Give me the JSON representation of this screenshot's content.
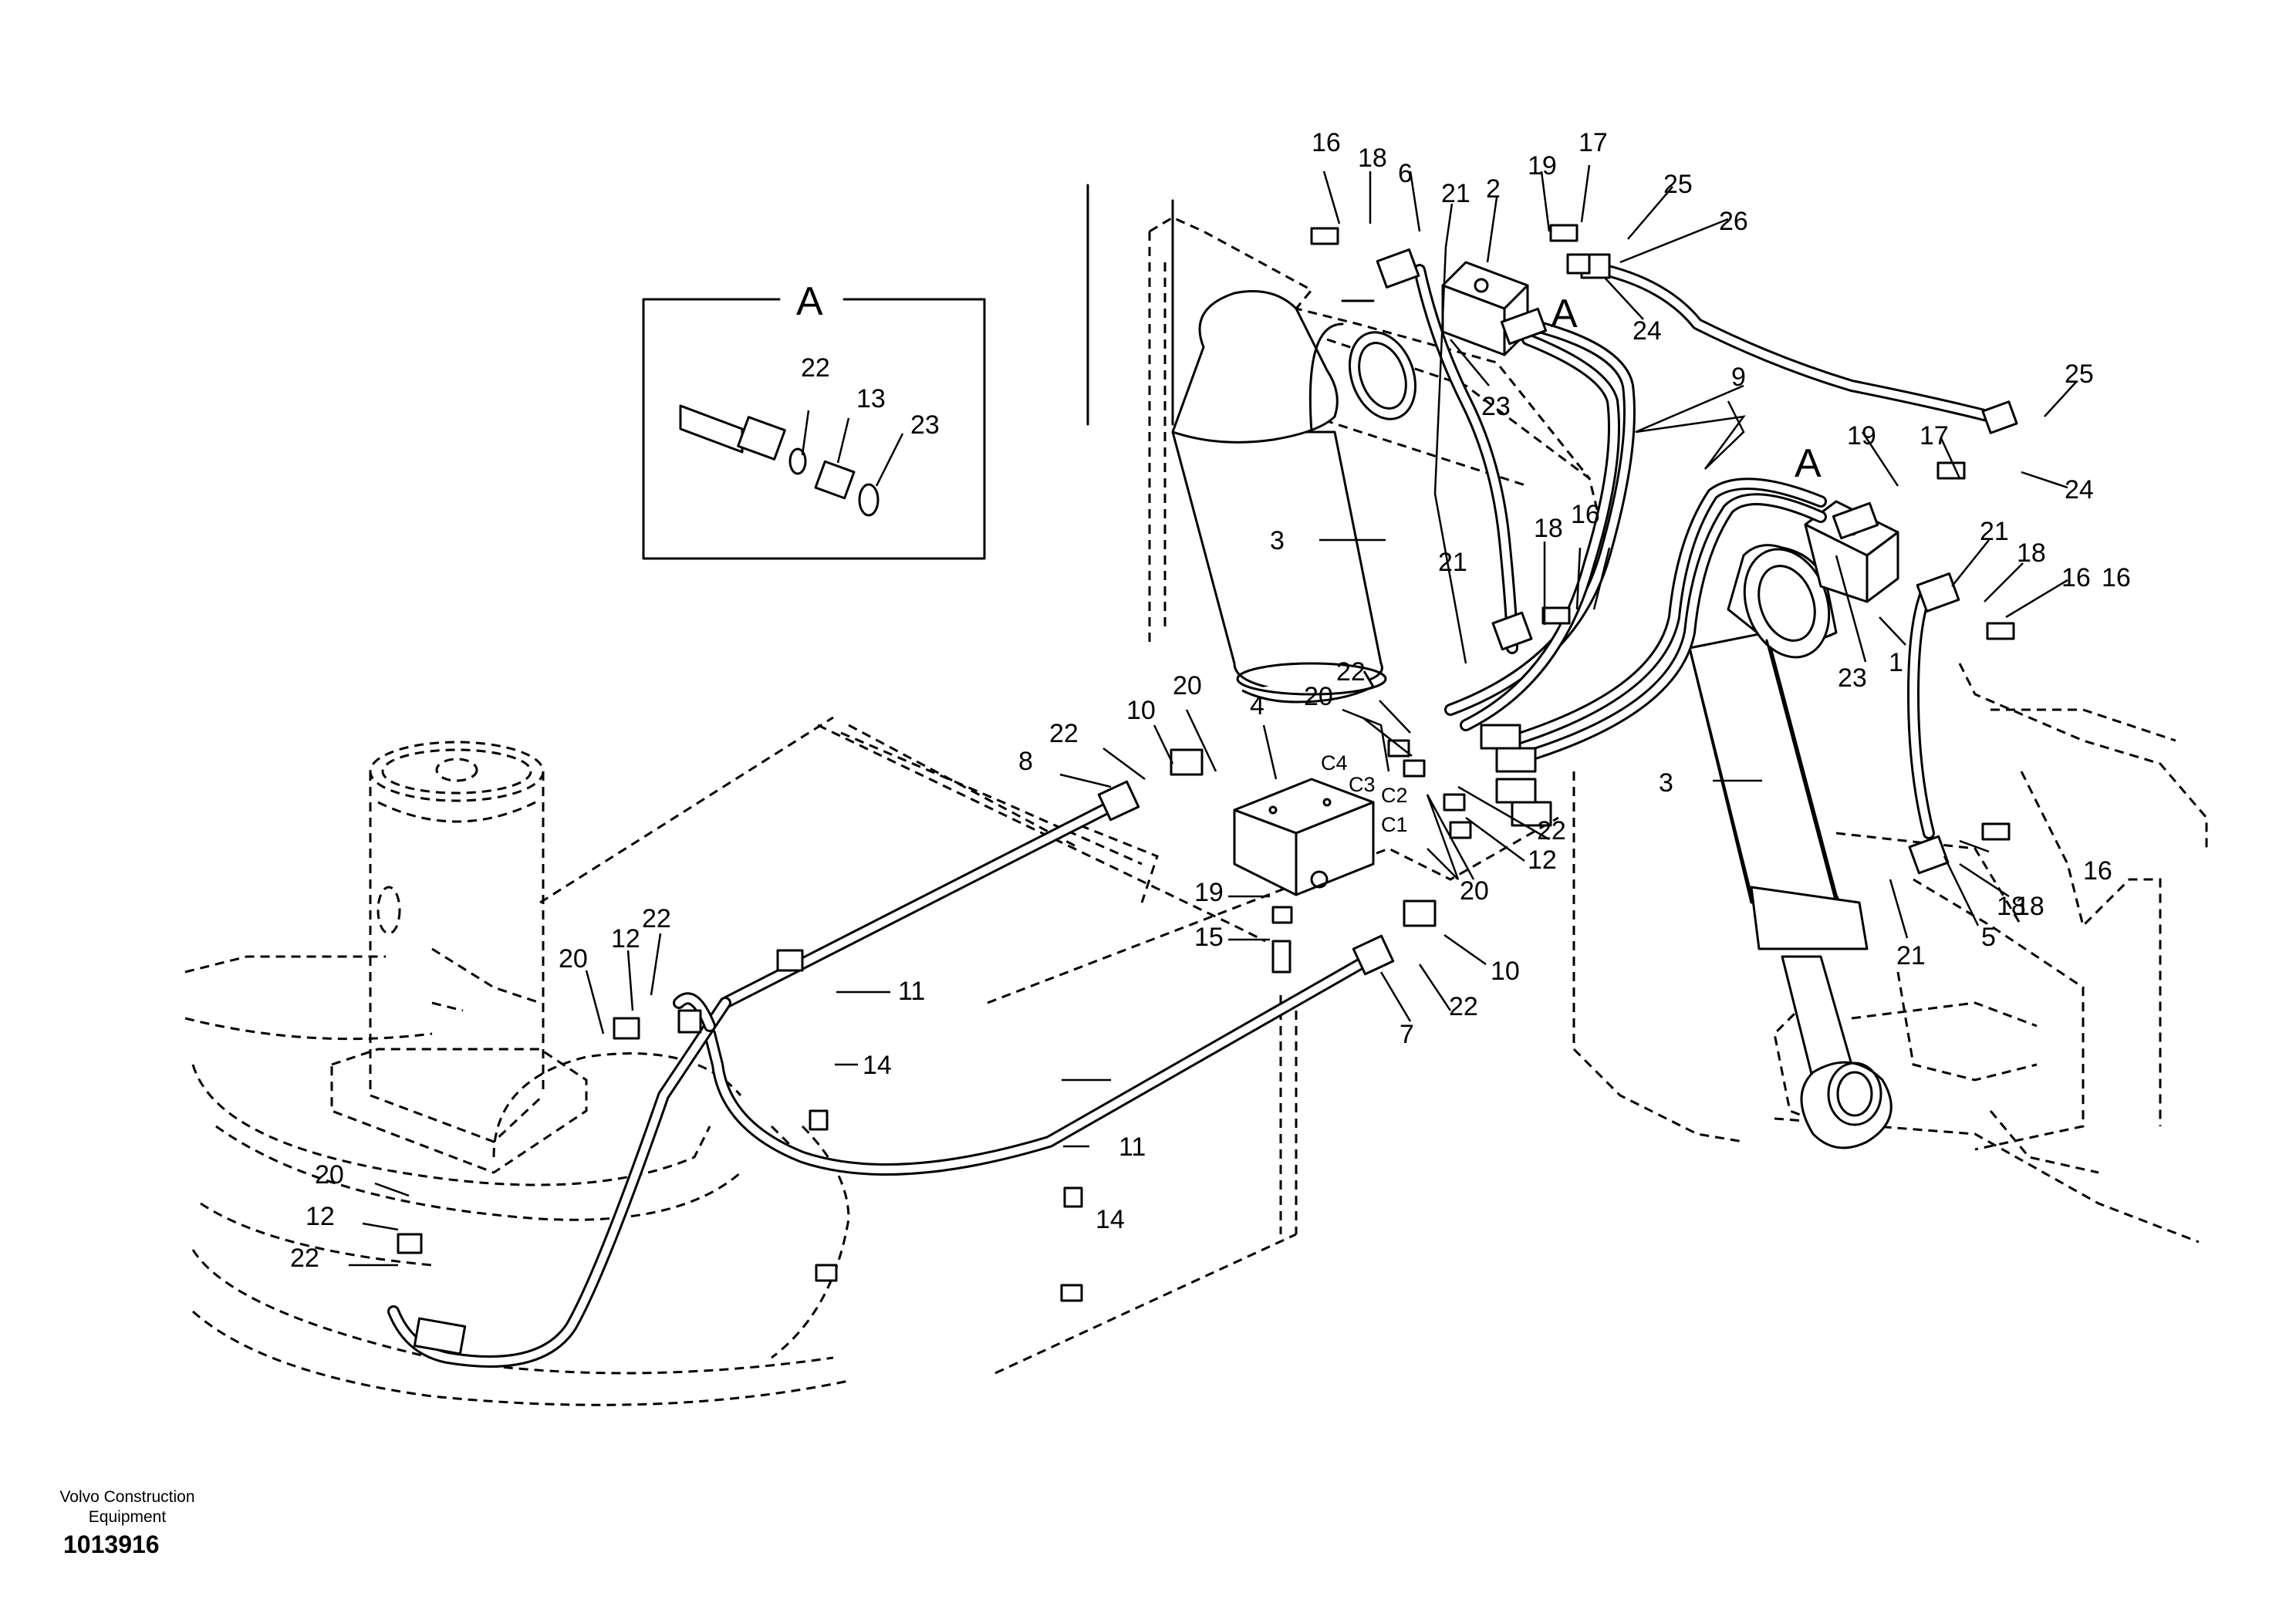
{
  "inset": {
    "title": "A",
    "callouts": [
      "22",
      "13",
      "23"
    ]
  },
  "callouts": [
    "16",
    "18",
    "6",
    "21",
    "2",
    "19",
    "17",
    "25",
    "26",
    "24",
    "23",
    "A",
    "9",
    "25",
    "24",
    "17",
    "19",
    "A",
    "21",
    "18",
    "16",
    "1",
    "23",
    "3",
    "18",
    "16",
    "21",
    "3",
    "20",
    "10",
    "8",
    "22",
    "4",
    "22",
    "20",
    "C4",
    "C3",
    "C2",
    "C1",
    "12",
    "22",
    "20",
    "19",
    "15",
    "10",
    "22",
    "7",
    "11",
    "14",
    "11",
    "14",
    "12",
    "22",
    "20",
    "20",
    "12",
    "22",
    "16",
    "18",
    "5",
    "21"
  ],
  "footer": {
    "brand": "Volvo Construction Equipment",
    "docnum": "1013916"
  }
}
